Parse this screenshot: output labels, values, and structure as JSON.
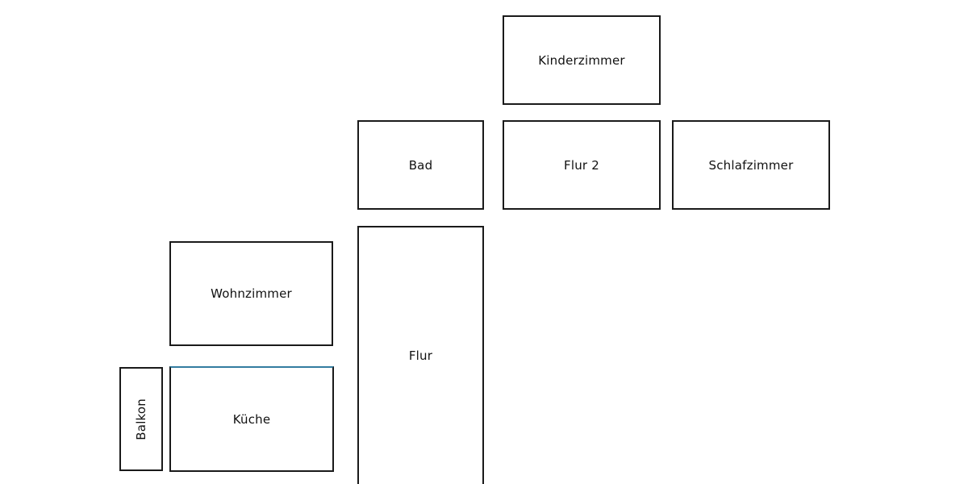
{
  "diagram": {
    "type": "floorplan",
    "colors": {
      "background": "#ffffff",
      "wall": "#1a1a1a",
      "text": "#111111",
      "accent_edge": "#337CA0"
    },
    "rooms": [
      {
        "id": "kinderzimmer",
        "label": "Kinderzimmer"
      },
      {
        "id": "bad",
        "label": "Bad"
      },
      {
        "id": "flur2",
        "label": "Flur 2"
      },
      {
        "id": "schlafzimmer",
        "label": "Schlafzimmer"
      },
      {
        "id": "wohnzimmer",
        "label": "Wohnzimmer"
      },
      {
        "id": "flur",
        "label": "Flur",
        "note": "clipped-at-bottom-edge"
      },
      {
        "id": "balkon",
        "label": "Balkon",
        "label_orientation": "vertical-bottom-to-top"
      },
      {
        "id": "kueche",
        "label": "Küche",
        "highlight_edge": "top"
      }
    ]
  }
}
